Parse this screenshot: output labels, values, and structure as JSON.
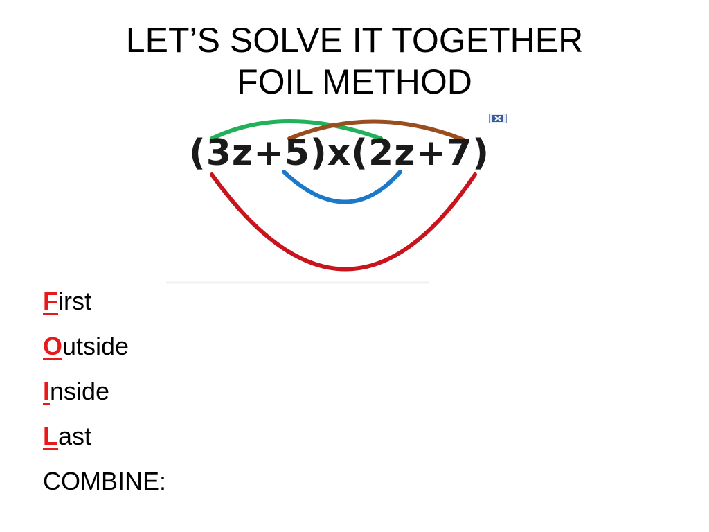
{
  "title": {
    "line1": "LET’S SOLVE IT TOGETHER",
    "line2": "FOIL METHOD"
  },
  "expression": "(3z+5)x(2z+7)",
  "arc_colors": {
    "first": "#20b15a",
    "outside": "#c8141c",
    "inside": "#1c78c8",
    "last": "#9a4d1e"
  },
  "broken_image_icon": "broken-image-icon",
  "steps": [
    {
      "initial": "F",
      "rest": "irst"
    },
    {
      "initial": "O",
      "rest": "utside"
    },
    {
      "initial": "I",
      "rest": "nside"
    },
    {
      "initial": "L",
      "rest": "ast"
    }
  ],
  "combine_label": "COMBINE:",
  "colors": {
    "accent": "#e8191b",
    "text": "#000000",
    "background": "#ffffff"
  }
}
